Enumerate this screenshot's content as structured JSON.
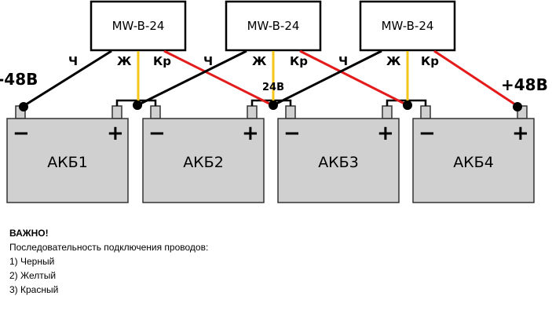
{
  "converters": [
    {
      "label": "MW-B-24"
    },
    {
      "label": "MW-B-24"
    },
    {
      "label": "MW-B-24"
    }
  ],
  "wire_labels": {
    "black": "Ч",
    "yellow": "Ж",
    "red": "Кр"
  },
  "wire_colors": {
    "black": "#000000",
    "yellow": "#f5c518",
    "red": "#e31b1b"
  },
  "voltages": {
    "negative": "-48В",
    "positive": "+48В",
    "middle": "24В"
  },
  "batteries": [
    {
      "label": "АКБ1",
      "minus": "−",
      "plus": "+"
    },
    {
      "label": "АКБ2",
      "minus": "−",
      "plus": "+"
    },
    {
      "label": "АКБ3",
      "minus": "−",
      "plus": "+"
    },
    {
      "label": "АКБ4",
      "minus": "−",
      "plus": "+"
    }
  ],
  "battery_fill": "#d0d0d0",
  "notes": {
    "title": "ВАЖНО!",
    "subtitle": "Последовательность подключения проводов:",
    "items": [
      "1) Черный",
      "2) Желтый",
      "3) Красный"
    ]
  }
}
